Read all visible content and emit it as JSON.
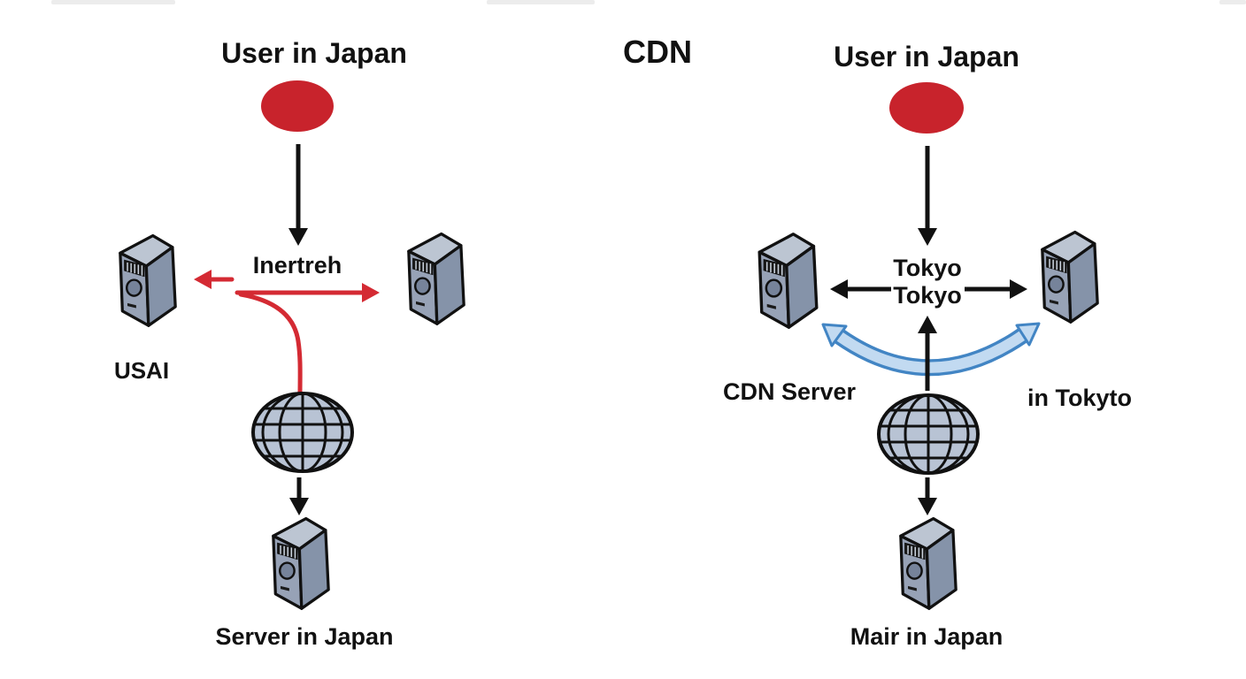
{
  "left_panel": {
    "title": "User in Japan",
    "network_label": "Inertreh",
    "left_server_label": "USAI",
    "origin_server_label": "Server in Japan"
  },
  "right_panel": {
    "heading": "CDN",
    "title": "User in Japan",
    "hub_label_line1": "Tokyo",
    "hub_label_line2": "Tokyo",
    "left_server_label": "CDN Server",
    "right_server_label": "in Tokyto",
    "origin_server_label": "Mair in Japan"
  },
  "colors": {
    "user_dot": "#c8232c",
    "red_arrow": "#d42a33",
    "black_arrow": "#111111",
    "blue_arrow_fill": "#c2daf1",
    "blue_arrow_stroke": "#4285c4",
    "server_front": "#97a2b6",
    "server_side": "#8593a9",
    "server_top": "#bcc5d2",
    "server_knob": "#76839a",
    "globe_fill": "#b8c3d4"
  }
}
